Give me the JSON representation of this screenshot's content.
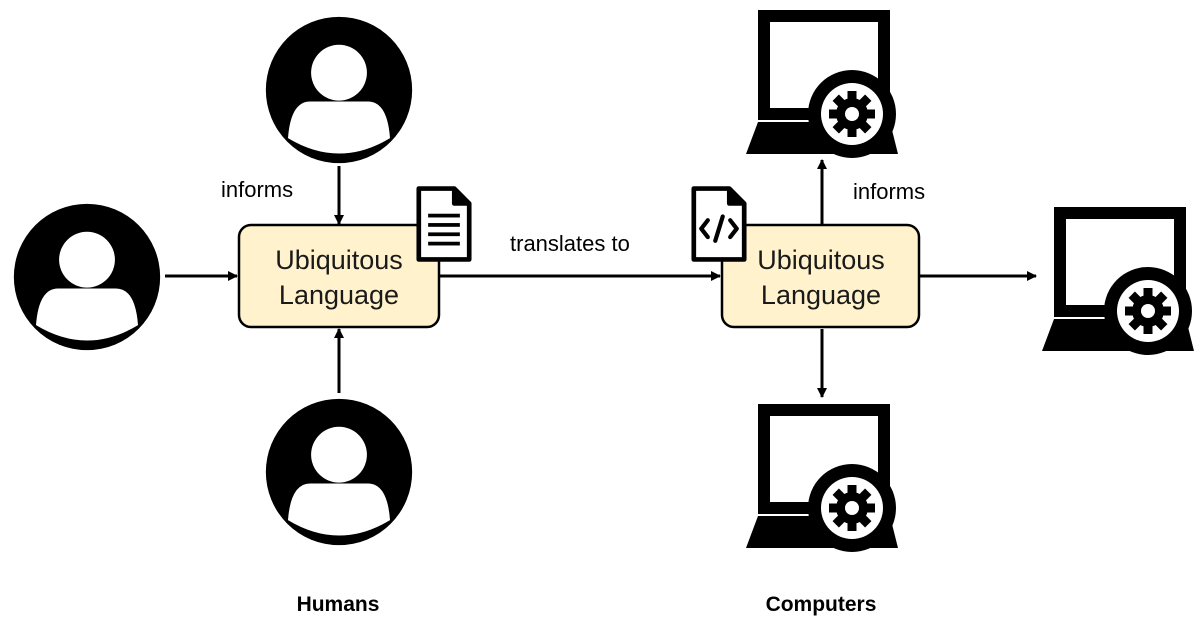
{
  "nodes": {
    "human_box": {
      "line1": "Ubiquitous",
      "line2": "Language"
    },
    "computer_box": {
      "line1": "Ubiquitous",
      "line2": "Language"
    }
  },
  "edges": {
    "human_informs": "informs",
    "translates": "translates to",
    "computer_informs": "informs"
  },
  "groups": {
    "humans": "Humans",
    "computers": "Computers"
  },
  "colors": {
    "box_fill": "#FFF2CC",
    "box_stroke": "#000000",
    "icon": "#000000"
  },
  "icons": {
    "people": [
      "user-avatar-icon",
      "user-avatar-icon",
      "user-avatar-icon"
    ],
    "computers": [
      "laptop-gear-icon",
      "laptop-gear-icon",
      "laptop-gear-icon"
    ],
    "documents": [
      "text-document-icon",
      "code-document-icon"
    ]
  }
}
